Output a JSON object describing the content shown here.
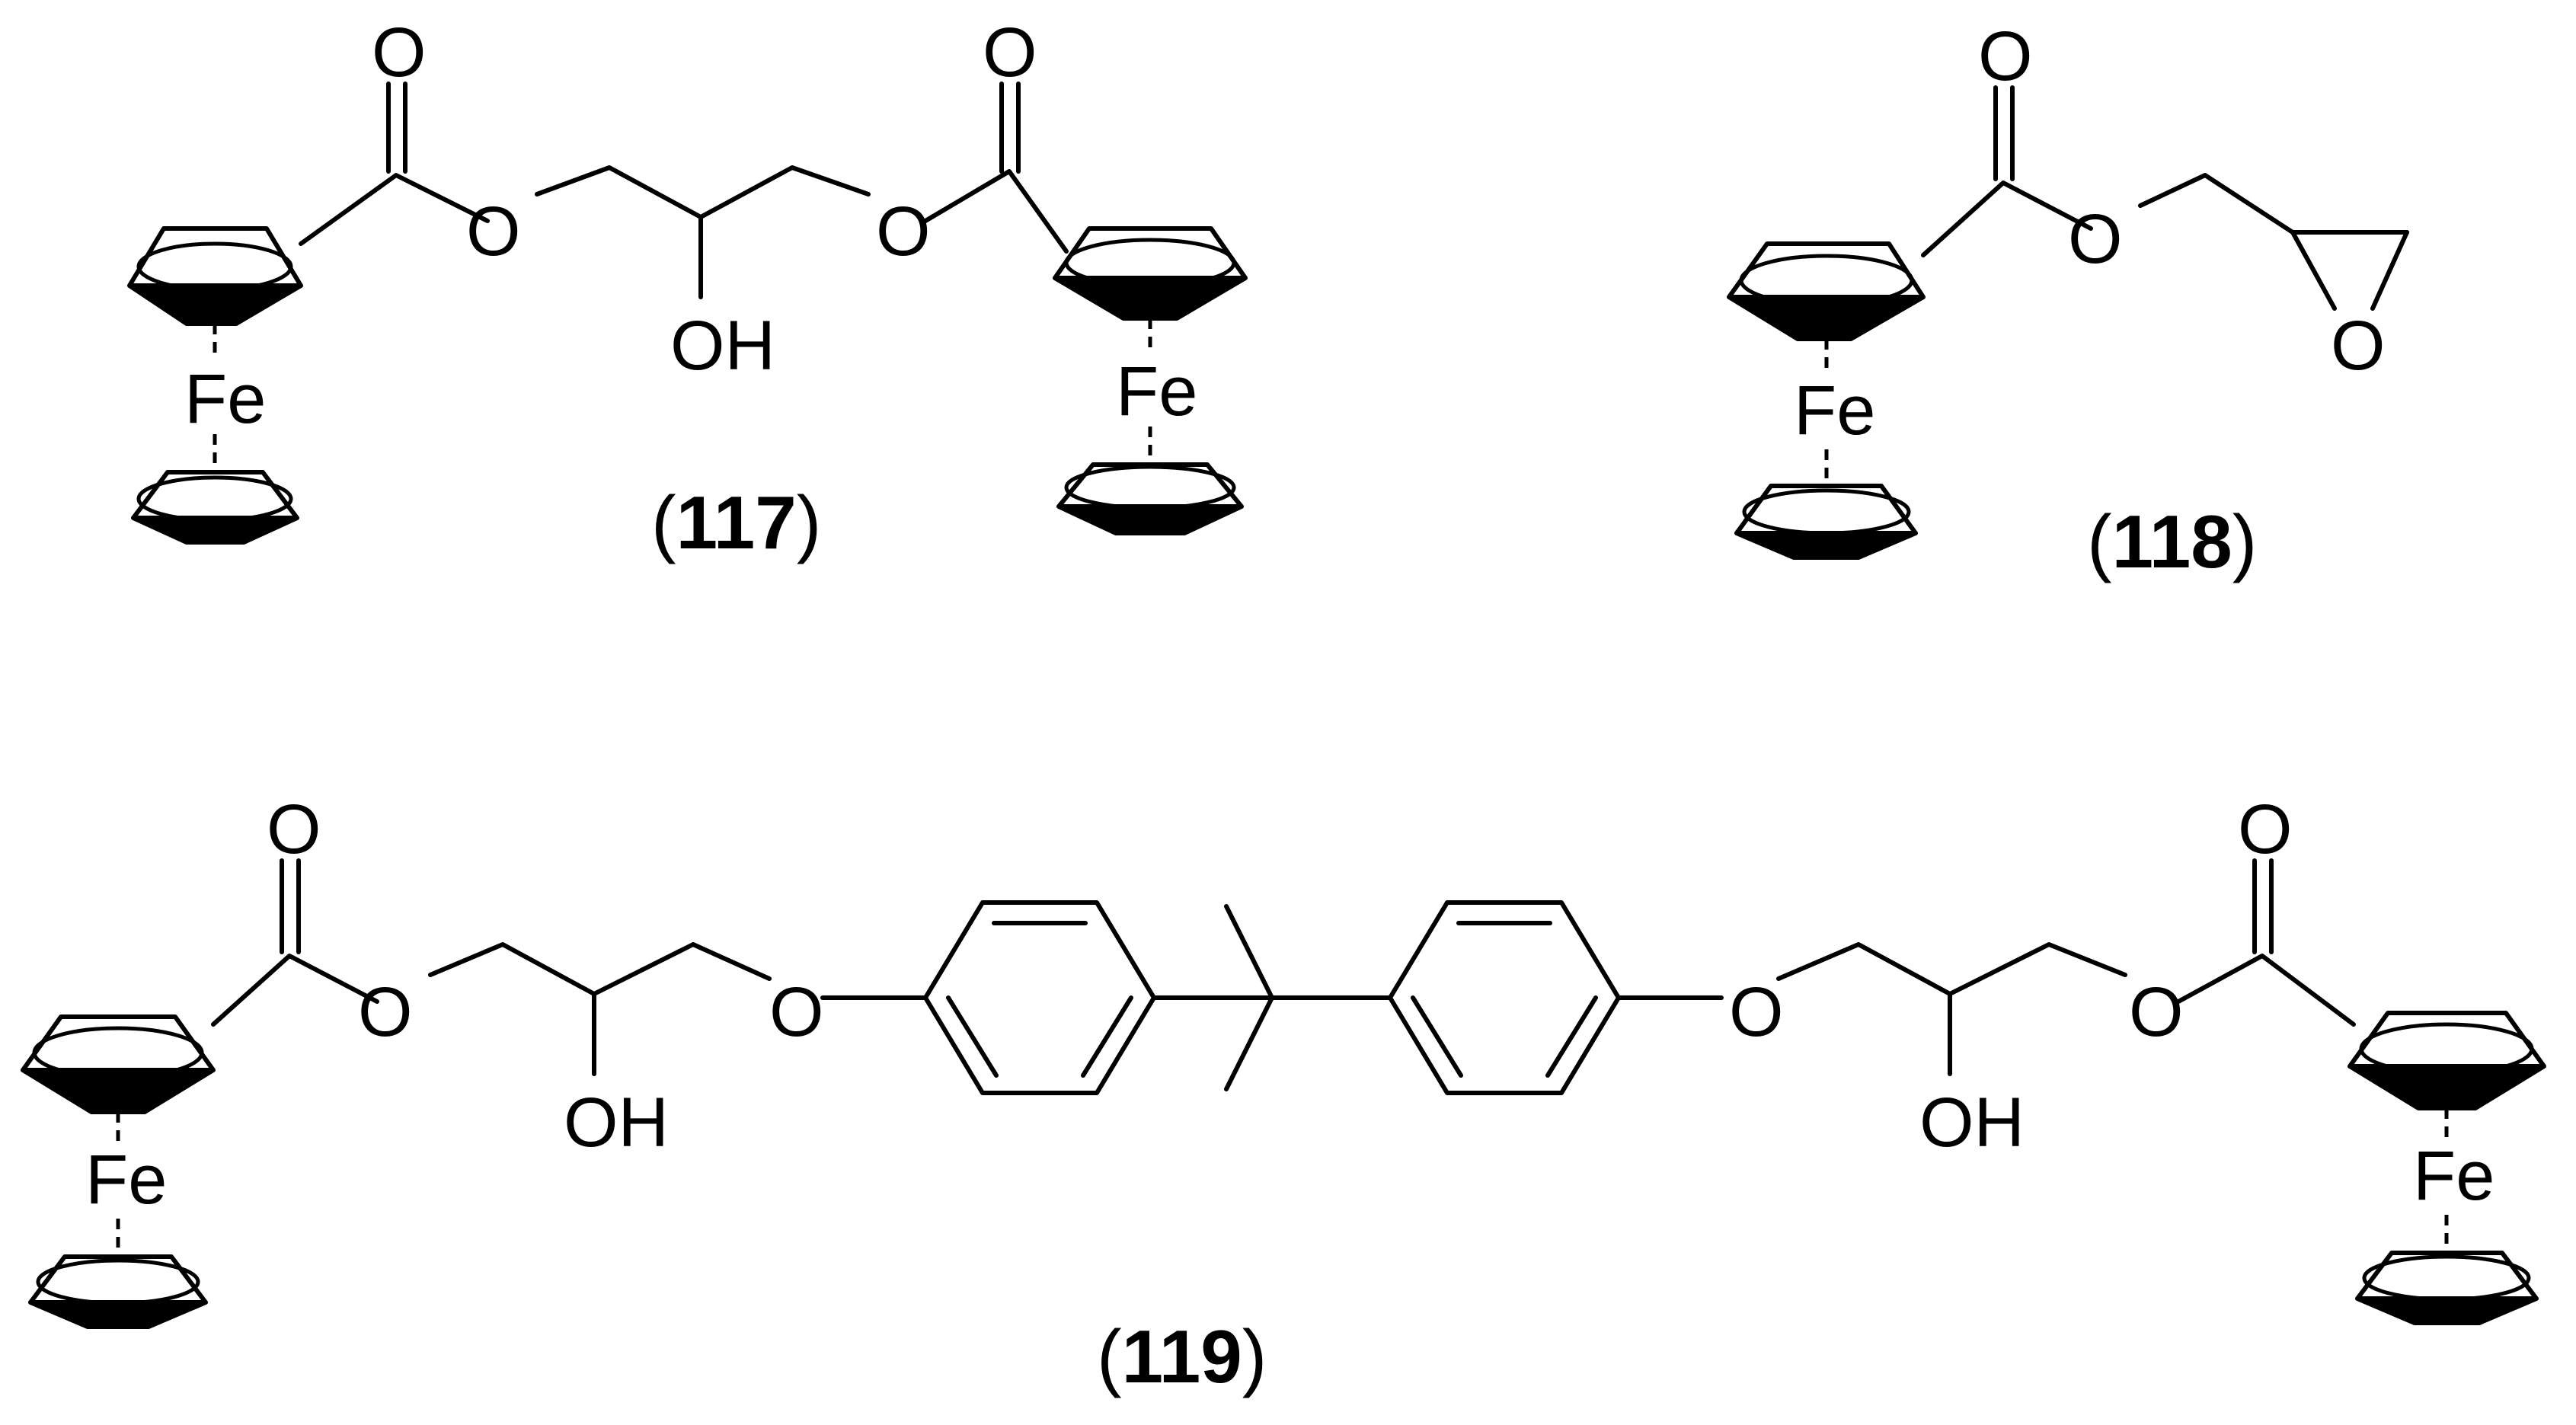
{
  "atoms": {
    "oxygen": "O",
    "iron": "Fe",
    "hydroxyl": "OH"
  },
  "compounds": [
    {
      "id": "117",
      "open": "(",
      "number": "117",
      "close": ")"
    },
    {
      "id": "118",
      "open": "(",
      "number": "118",
      "close": ")"
    },
    {
      "id": "119",
      "open": "(",
      "number": "119",
      "close": ")"
    }
  ],
  "colors": {
    "ink": "#000000",
    "background": "#ffffff"
  }
}
